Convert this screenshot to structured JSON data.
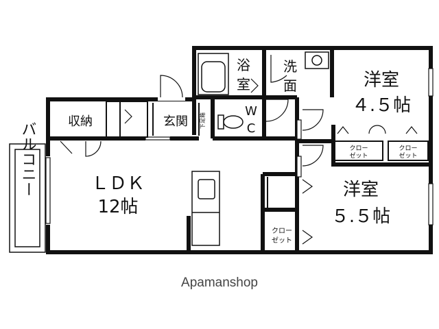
{
  "rooms": {
    "ldk": {
      "name": "ＬＤＫ",
      "size": "12帖"
    },
    "western_room_1": {
      "name": "洋室",
      "size": "４.５帖"
    },
    "western_room_2": {
      "name": "洋室",
      "size": "５.５帖"
    },
    "bathroom": {
      "line1": "浴",
      "line2": "室"
    },
    "washroom": {
      "line1": "洗",
      "line2": "面"
    },
    "toilet": {
      "line1": "W",
      "line2": "C"
    },
    "entrance": "玄関",
    "storage": "収納",
    "shoe_box": "下足箱",
    "balcony": "バルコニー",
    "closet_labels": {
      "left": {
        "line1": "クロー",
        "line2": "ゼット"
      },
      "right": {
        "line1": "クロー",
        "line2": "ゼット"
      },
      "lower": {
        "line1": "クロー",
        "line2": "ゼット"
      }
    }
  },
  "watermark": "Apamanshop",
  "colors": {
    "wall": "#111111",
    "background": "#ffffff",
    "watermark": "#444444"
  }
}
